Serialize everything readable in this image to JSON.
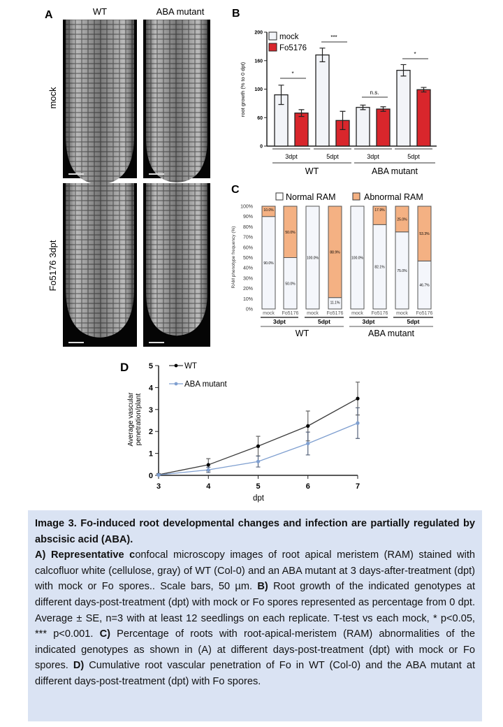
{
  "panel_a": {
    "label": "A",
    "columns": [
      "WT",
      "ABA mutant"
    ],
    "rows": [
      "mock",
      "Fo5176 3dpt"
    ]
  },
  "chart_data": [
    {
      "panel": "B",
      "type": "bar",
      "ylabel": "root growth (% to 0 dpt)",
      "ylim": [
        0,
        200
      ],
      "yticks": [
        0,
        50,
        100,
        150,
        200
      ],
      "ytick_labels": [
        "0",
        "60",
        "100",
        "160",
        "200"
      ],
      "legend": [
        "mock",
        "Fo5176"
      ],
      "colors": {
        "mock": "#f2f4f8",
        "Fo5176": "#d9262c"
      },
      "groups": [
        {
          "genotype": "WT",
          "dpt": "3dpt",
          "mock": 90,
          "mock_err": 17,
          "fo": 58,
          "fo_err": 6,
          "sig": "*"
        },
        {
          "genotype": "WT",
          "dpt": "5dpt",
          "mock": 160,
          "mock_err": 12,
          "fo": 45,
          "fo_err": 16,
          "sig": "***"
        },
        {
          "genotype": "ABA mutant",
          "dpt": "3dpt",
          "mock": 68,
          "mock_err": 4,
          "fo": 65,
          "fo_err": 4,
          "sig": "n.s."
        },
        {
          "genotype": "ABA mutant",
          "dpt": "5dpt",
          "mock": 133,
          "mock_err": 10,
          "fo": 99,
          "fo_err": 4,
          "sig": "*"
        }
      ],
      "genotypes": [
        "WT",
        "ABA mutant"
      ]
    },
    {
      "panel": "C",
      "type": "bar",
      "stacked": true,
      "ylabel": "RAM phenotype frequency (%)",
      "ylim": [
        0,
        100
      ],
      "ytick_labels": [
        "0%",
        "10%",
        "20%",
        "30%",
        "40%",
        "50%",
        "60%",
        "70%",
        "80%",
        "90%",
        "100%"
      ],
      "legend": [
        "Normal RAM",
        "Abnormal RAM"
      ],
      "colors": {
        "normal": "#f4f6fb",
        "abnormal": "#f4b183"
      },
      "categories": [
        "mock",
        "Fo5176",
        "mock",
        "Fo5176",
        "mock",
        "Fo5176",
        "mock",
        "Fo5176"
      ],
      "normal": [
        90.0,
        50.0,
        100.0,
        11.1,
        100.0,
        82.1,
        75.0,
        46.7
      ],
      "abnormal": [
        10.0,
        50.0,
        0,
        88.9,
        0,
        17.9,
        25.0,
        53.3
      ],
      "normal_labels": [
        "90.0%",
        "50.0%",
        "100.0%",
        "11.1%",
        "100.0%",
        "82.1%",
        "75.0%",
        "46.7%"
      ],
      "abnormal_labels": [
        "10.0%",
        "50.0%",
        "",
        "88.9%",
        "",
        "17.9%",
        "25.0%",
        "53.3%"
      ],
      "dpt_groups": [
        "3dpt",
        "5dpt",
        "3dpt",
        "5dpt"
      ],
      "genotypes": [
        "WT",
        "ABA mutant"
      ]
    },
    {
      "panel": "D",
      "type": "line",
      "xlabel": "dpt",
      "ylabel": [
        "Average vascular",
        "penetration/plant"
      ],
      "xlim": [
        3,
        7
      ],
      "ylim": [
        0,
        5
      ],
      "x": [
        3,
        4,
        5,
        6,
        7
      ],
      "yticks": [
        0,
        1,
        2,
        3,
        4,
        5
      ],
      "series": [
        {
          "name": "WT",
          "color": "#3a3a3a",
          "values": [
            0.03,
            0.48,
            1.33,
            2.25,
            3.5
          ],
          "err": [
            0.05,
            0.28,
            0.45,
            0.68,
            0.75
          ]
        },
        {
          "name": "ABA mutant",
          "color": "#7f9fd0",
          "values": [
            0.02,
            0.25,
            0.63,
            1.45,
            2.38
          ],
          "err": [
            0.03,
            0.12,
            0.25,
            0.52,
            0.7
          ]
        }
      ]
    }
  ],
  "caption": {
    "title": "Image 3. Fo-induced root developmental changes and infection are partially regulated by abscisic acid (ABA).",
    "a_label": "A) Representative c",
    "a_text": "onfocal microscopy images of root apical meristem (RAM) stained with calcofluor white (cellulose, gray) of  WT (Col-0) and an ABA mutant at 3 days-after-treatment (dpt) with mock or Fo spores.. Scale bars, 50 µm. ",
    "b_label": "B)",
    "b_text": " Root growth of the indicated genotypes at different days-post-treatment (dpt) with mock or Fo spores represented as percentage from 0 dpt. Average ± SE, n=3 with at least 12 seedlings on each replicate. T-test vs each mock, * p<0.05, *** p<0.001. ",
    "c_label": "C)",
    "c_text": " Percentage of roots with root-apical-meristem (RAM) abnormalities of the indicated genotypes as shown in (A) at different days-post-treatment (dpt) with mock or Fo spores. ",
    "d_label": "D)",
    "d_text": " Cumulative root vascular penetration of Fo in WT (Col-0) and the ABA mutant at different days-post-treatment (dpt) with Fo spores."
  }
}
